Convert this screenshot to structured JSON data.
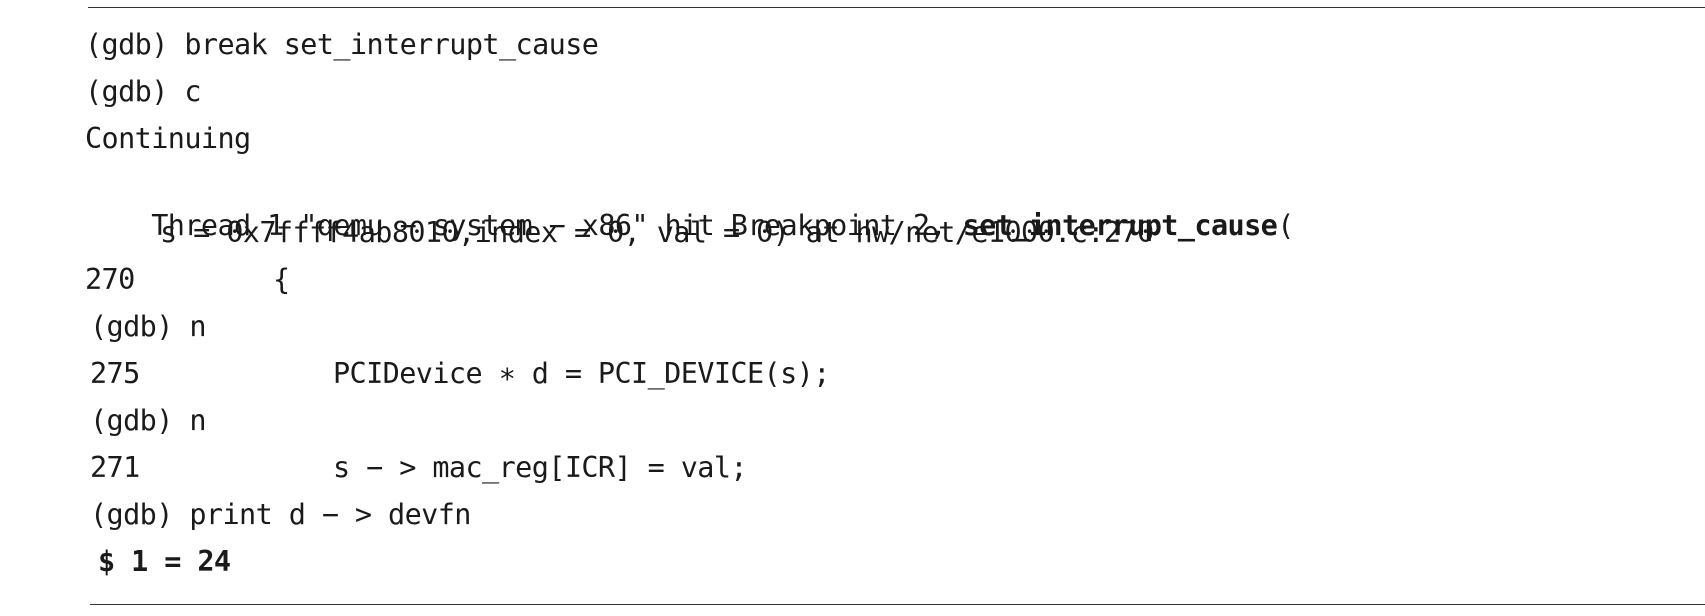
{
  "lines": [
    {
      "text": "(gdb) break set_interrupt_cause"
    },
    {
      "text": "(gdb) c"
    },
    {
      "text": "Continuing"
    },
    {
      "before": "Thread 1 \"qemu − system − x86\" hit Breakpoint 2, ",
      "bold": "set_interrupt_cause",
      "after": "("
    },
    {
      "text": "s = 0x7ffff4ab8010,index = 0, val = 0) at hw/net/e1000.c:270"
    },
    {
      "num": "270",
      "code": "{"
    },
    {
      "text": "(gdb) n"
    },
    {
      "num": "275",
      "code": "PCIDevice ∗ d = PCI_DEVICE(s);"
    },
    {
      "text": "(gdb) n"
    },
    {
      "num": "271",
      "code": "s − > mac_reg[ICR] = val;"
    },
    {
      "text": "(gdb) print d − > devfn"
    },
    {
      "text": "$ 1 = 24"
    }
  ]
}
